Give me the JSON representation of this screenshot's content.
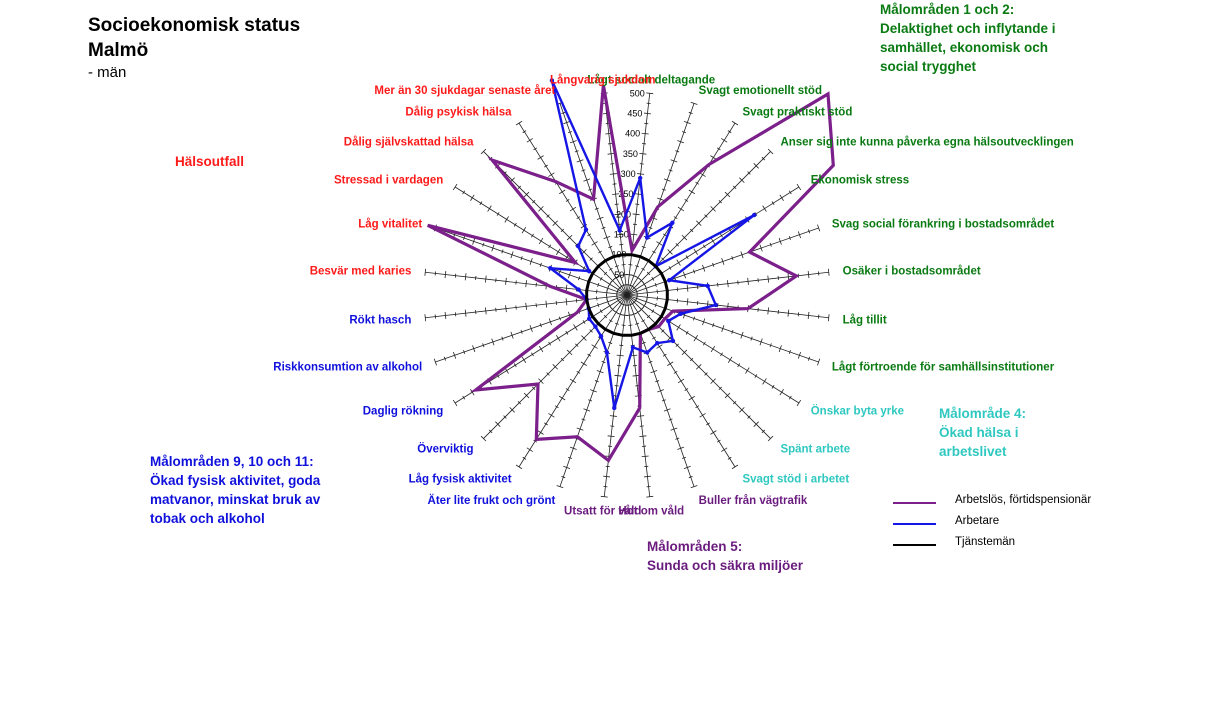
{
  "header": {
    "title_line1": "Socioekonomisk status",
    "title_line2": "Malmö",
    "subtitle": "- män"
  },
  "groups": {
    "halsoutfall": "Hälsoutfall",
    "malomraden_1_2": "Målområden 1 och 2:\nDelaktighet och inflytande i\nsamhället, ekonomisk och\nsocial trygghet",
    "malomrade_4": "Målområde 4:\nÖkad hälsa i\narbetslivet",
    "malomraden_5": "Målområden 5:\nSunda och säkra miljöer",
    "malomraden_9_10_11": "Målområden 9, 10 och 11:\nÖkad fysisk aktivitet, goda\nmatvanor, minskat bruk av\ntobak och alkohol"
  },
  "colors": {
    "red": "#ff1a1a",
    "green": "#0a7a12",
    "blue": "#1010dd",
    "teal": "#2ec8c0",
    "purple": "#6a1b7e",
    "series_arbetslos": "#7b1f8a",
    "series_arbetare": "#1515e6",
    "series_tjansteman": "#000000"
  },
  "legend": [
    {
      "name": "Arbetslös, förtidspensionär",
      "color": "#7b1f8a"
    },
    {
      "name": "Arbetare",
      "color": "#1515e6"
    },
    {
      "name": "Tjänstemän",
      "color": "#000000"
    }
  ],
  "chart_data": {
    "type": "radar",
    "rlim": [
      0,
      500
    ],
    "ticks": [
      "50",
      "100",
      "150",
      "200",
      "250",
      "300",
      "350",
      "400",
      "450",
      "500"
    ],
    "tick_values": [
      50,
      100,
      150,
      200,
      250,
      300,
      350,
      400,
      450,
      500
    ],
    "grid": false,
    "legend_position": "bottom-right",
    "axes": [
      {
        "label": "Lågt socialt deltagande",
        "group": "green"
      },
      {
        "label": "Svagt emotionellt stöd",
        "group": "green"
      },
      {
        "label": "Svagt praktiskt stöd",
        "group": "green"
      },
      {
        "label": "Anser sig inte kunna påverka egna hälsoutvecklingen",
        "group": "green"
      },
      {
        "label": "Ekonomisk stress",
        "group": "green"
      },
      {
        "label": "Svag social förankring i bostadsområdet",
        "group": "green"
      },
      {
        "label": "Osäker i bostadsområdet",
        "group": "green"
      },
      {
        "label": "Låg tillit",
        "group": "green"
      },
      {
        "label": "Lågt förtroende för samhällsinstitutioner",
        "group": "green"
      },
      {
        "label": "Önskar byta yrke",
        "group": "teal"
      },
      {
        "label": "Spänt arbete",
        "group": "teal"
      },
      {
        "label": "Svagt stöd i arbetet",
        "group": "teal"
      },
      {
        "label": "Buller från vägtrafik",
        "group": "purple"
      },
      {
        "label": "Hot om våld",
        "group": "purple"
      },
      {
        "label": "Utsatt för våld",
        "group": "purple"
      },
      {
        "label": "Äter lite frukt och grönt",
        "group": "blue"
      },
      {
        "label": "Låg fysisk aktivitet",
        "group": "blue"
      },
      {
        "label": "Överviktig",
        "group": "blue"
      },
      {
        "label": "Daglig rökning",
        "group": "blue"
      },
      {
        "label": "Riskkonsumtion av alkohol",
        "group": "blue"
      },
      {
        "label": "Rökt hasch",
        "group": "blue"
      },
      {
        "label": "Besvär med karies",
        "group": "red"
      },
      {
        "label": "Låg vitalitet",
        "group": "red"
      },
      {
        "label": "Stressad i vardagen",
        "group": "red"
      },
      {
        "label": "Dålig självskattad hälsa",
        "group": "red"
      },
      {
        "label": "Dålig psykisk hälsa",
        "group": "red"
      },
      {
        "label": "Mer än 30 sjukdagar senaste året",
        "group": "red"
      },
      {
        "label": "Långvarig sjukdom",
        "group": "red"
      }
    ],
    "series": [
      {
        "name": "Arbetslös, förtidspensionär",
        "color": "#7b1f8a",
        "values": [
          110,
          230,
          380,
          700,
          600,
          320,
          420,
          300,
          120,
          110,
          110,
          100,
          100,
          280,
          410,
          370,
          420,
          310,
          440,
          130,
          100,
          190,
          520,
          150,
          470,
          330,
          250,
          520
        ]
      },
      {
        "name": "Arbetare",
        "color": "#1515e6",
        "values": [
          290,
          150,
          210,
          100,
          370,
          110,
          200,
          220,
          140,
          120,
          160,
          140,
          150,
          130,
          280,
          150,
          120,
          110,
          110,
          100,
          100,
          120,
          200,
          110,
          170,
          190,
          560,
          160
        ]
      },
      {
        "name": "Tjänstemän",
        "color": "#000000",
        "values": [
          100,
          100,
          100,
          100,
          100,
          100,
          100,
          100,
          100,
          100,
          100,
          100,
          100,
          100,
          100,
          100,
          100,
          100,
          100,
          100,
          100,
          100,
          100,
          100,
          100,
          100,
          100,
          100
        ]
      }
    ]
  }
}
